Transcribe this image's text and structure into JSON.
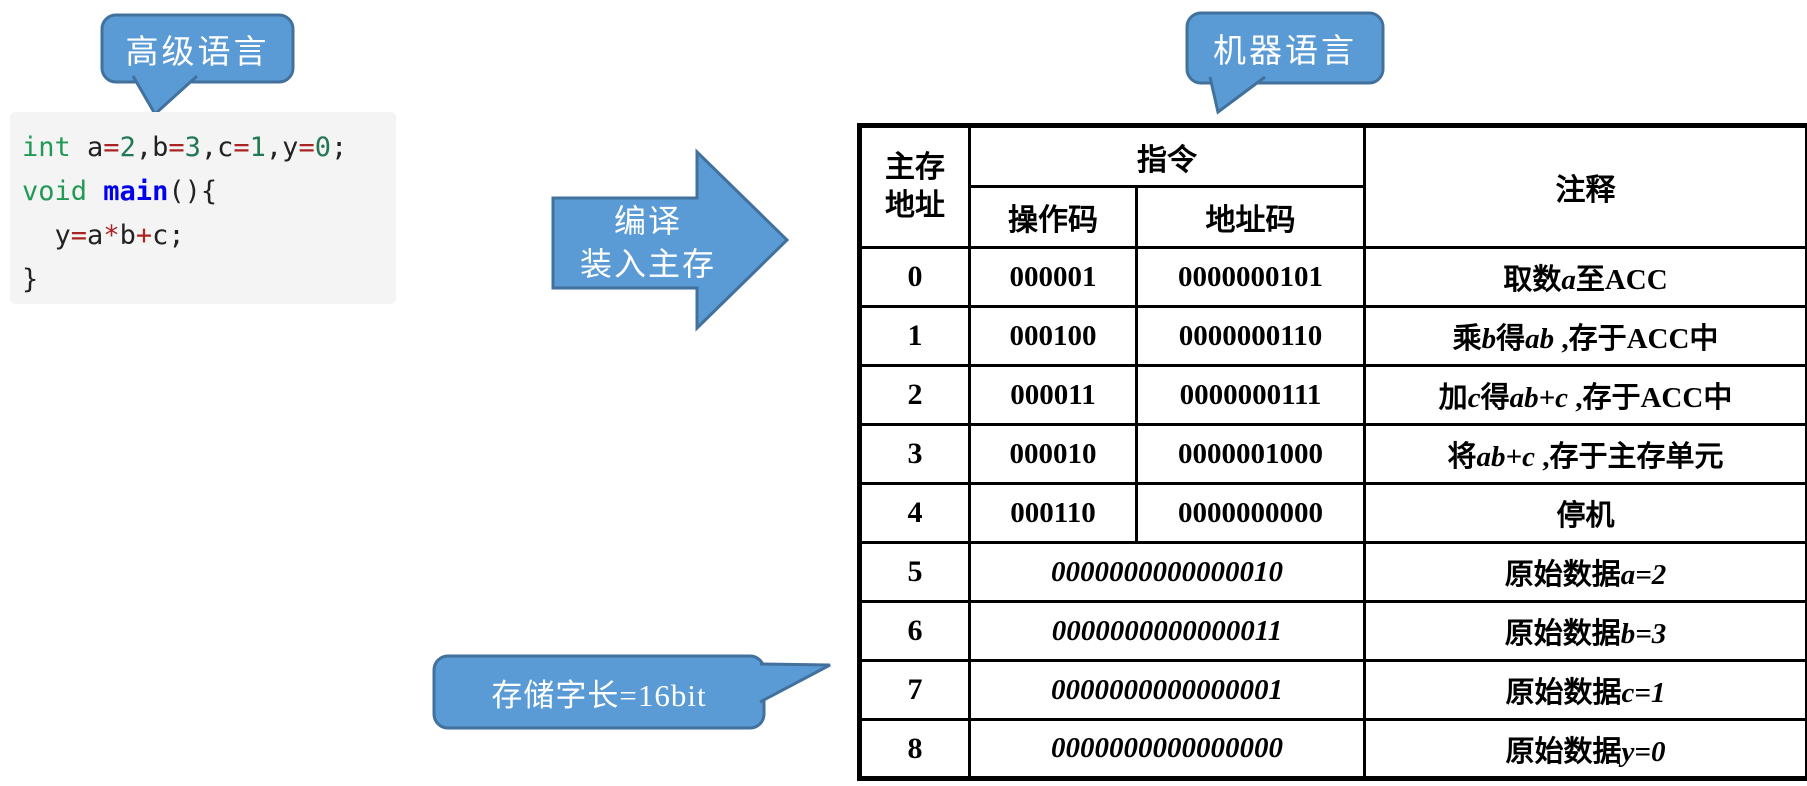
{
  "bubbles": {
    "high_level": "高级语言",
    "machine": "机器语言",
    "word_length": "存储字长=16bit"
  },
  "arrow": {
    "line1": "编译",
    "line2": "装入主存"
  },
  "code": {
    "lines": [
      [
        {
          "t": "int",
          "c": "kw"
        },
        {
          "t": " a",
          "c": "pl"
        },
        {
          "t": "=",
          "c": "op"
        },
        {
          "t": "2",
          "c": "num"
        },
        {
          "t": ",b",
          "c": "pl"
        },
        {
          "t": "=",
          "c": "op"
        },
        {
          "t": "3",
          "c": "num"
        },
        {
          "t": ",c",
          "c": "pl"
        },
        {
          "t": "=",
          "c": "op"
        },
        {
          "t": "1",
          "c": "num"
        },
        {
          "t": ",y",
          "c": "pl"
        },
        {
          "t": "=",
          "c": "op"
        },
        {
          "t": "0",
          "c": "num"
        },
        {
          "t": ";",
          "c": "pl"
        }
      ],
      [
        {
          "t": "void",
          "c": "kw"
        },
        {
          "t": " ",
          "c": "pl"
        },
        {
          "t": "main",
          "c": "fn"
        },
        {
          "t": "(){",
          "c": "pl"
        }
      ],
      [
        {
          "t": "  y",
          "c": "pl"
        },
        {
          "t": "=",
          "c": "op"
        },
        {
          "t": "a",
          "c": "pl"
        },
        {
          "t": "*",
          "c": "op"
        },
        {
          "t": "b",
          "c": "pl"
        },
        {
          "t": "+",
          "c": "op"
        },
        {
          "t": "c;",
          "c": "pl"
        }
      ],
      [
        {
          "t": "}",
          "c": "pl"
        }
      ]
    ]
  },
  "table": {
    "headers": {
      "address_line1": "主存",
      "address_line2": "地址",
      "instruction": "指令",
      "opcode": "操作码",
      "addr_code": "地址码",
      "comment": "注释"
    },
    "rows": [
      {
        "addr": "0",
        "opcode": "000001",
        "addr_code": "0000000101",
        "comment": "取数a至ACC"
      },
      {
        "addr": "1",
        "opcode": "000100",
        "addr_code": "0000000110",
        "comment": "乘b得ab ,存于ACC中"
      },
      {
        "addr": "2",
        "opcode": "000011",
        "addr_code": "0000000111",
        "comment": "加c得ab+c ,存于ACC中"
      },
      {
        "addr": "3",
        "opcode": "000010",
        "addr_code": "0000001000",
        "comment": "将ab+c ,存于主存单元"
      },
      {
        "addr": "4",
        "opcode": "000110",
        "addr_code": "0000000000",
        "comment": "停机"
      },
      {
        "addr": "5",
        "word": "0000000000000010",
        "comment": "原始数据a=2"
      },
      {
        "addr": "6",
        "word": "0000000000000011",
        "comment": "原始数据b=3"
      },
      {
        "addr": "7",
        "word": "0000000000000001",
        "comment": "原始数据c=1"
      },
      {
        "addr": "8",
        "word": "0000000000000000",
        "comment": "原始数据y=0"
      }
    ]
  },
  "colors": {
    "bubble_fill": "#5B9BD5",
    "bubble_border": "#41719C",
    "opcode_red": "#FF0000",
    "addr_code_gold": "#BF9000"
  }
}
